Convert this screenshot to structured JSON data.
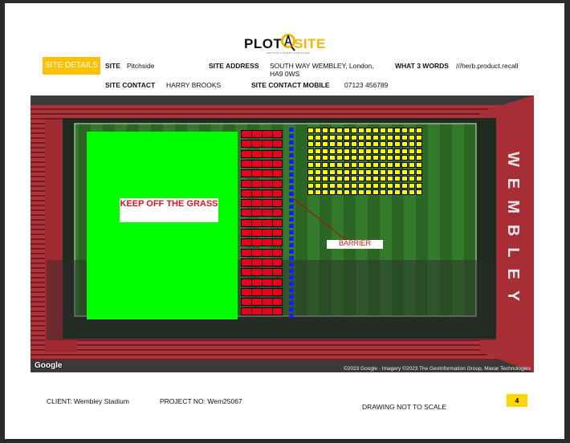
{
  "logo": {
    "part1": "PLOT",
    "part2": "SITE",
    "tagline": "FESTIVAL & EVENT SITE PLANS"
  },
  "header": {
    "badge": "SITE DETAILS",
    "site_label": "SITE",
    "site_value": "Pitchside",
    "address_label": "SITE ADDRESS",
    "address_line1": "SOUTH WAY WEMBLEY, London,",
    "address_line2": "HA9 0WS",
    "w3w_label": "WHAT 3 WORDS",
    "w3w_value": "///herb.product.recall",
    "contact_label": "SITE CONTACT",
    "contact_value": "HARRY BROOKS",
    "mobile_label": "SITE CONTACT MOBILE",
    "mobile_value": "07123 456789"
  },
  "map": {
    "keep_off": "KEEP OFF THE GRASS",
    "barrier_label": "BARRIER",
    "stand_text": "WEMBLEY",
    "google_logo": "Google",
    "credit": "©2023 Google · Imagery ©2023 The GeoInformation Group, Maxar Technologies",
    "colors": {
      "keep_off_zone": "#00ff00",
      "seating_block": "#e8001c",
      "barrier": "#1a1aff",
      "standing_grid": "#ffff00",
      "pitch": "#2f6a25"
    }
  },
  "footer": {
    "client": "CLIENT: Wembley Stadium",
    "project": "PROJECT NO: Wem25067",
    "scale_note": "DRAWING NOT TO SCALE",
    "page_number": "4"
  }
}
